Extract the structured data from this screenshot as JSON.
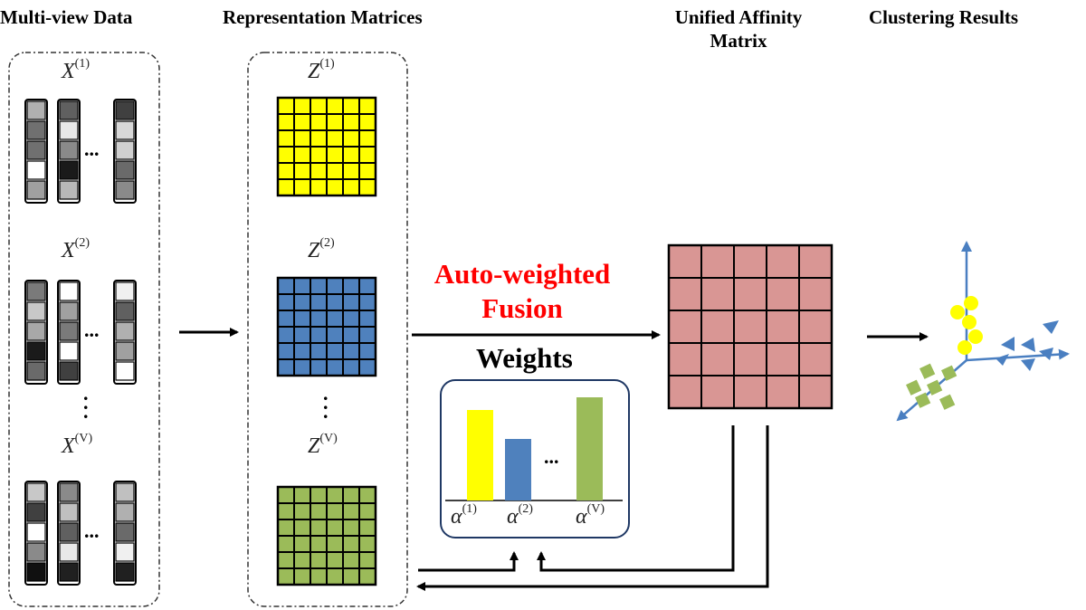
{
  "headers": {
    "multiview": "Multi-view Data",
    "representation": "Representation Matrices",
    "unified_line1": "Unified Affinity",
    "unified_line2": "Matrix",
    "clustering": "Clustering Results"
  },
  "views": {
    "x1": {
      "letter": "X",
      "index": "(1)"
    },
    "x2": {
      "letter": "X",
      "index": "(2)"
    },
    "xv": {
      "letter": "X",
      "index": "(V)"
    }
  },
  "matrices": {
    "z1": {
      "letter": "Z",
      "index": "(1)",
      "color": "#ffff00"
    },
    "z2": {
      "letter": "Z",
      "index": "(2)",
      "color": "#4f81bd"
    },
    "zv": {
      "letter": "Z",
      "index": "(V)",
      "color": "#9bbb59"
    }
  },
  "fusion": {
    "line1": "Auto-weighted",
    "line2": "Fusion"
  },
  "weights": {
    "title": "Weights",
    "a1": {
      "letter": "α",
      "index": "(1)",
      "color": "#ffff00"
    },
    "a2": {
      "letter": "α",
      "index": "(2)",
      "color": "#4f81bd"
    },
    "av": {
      "letter": "α",
      "index": "(V)",
      "color": "#9bbb59"
    }
  },
  "affinity_color": "#d99694",
  "ellipsis": "..."
}
